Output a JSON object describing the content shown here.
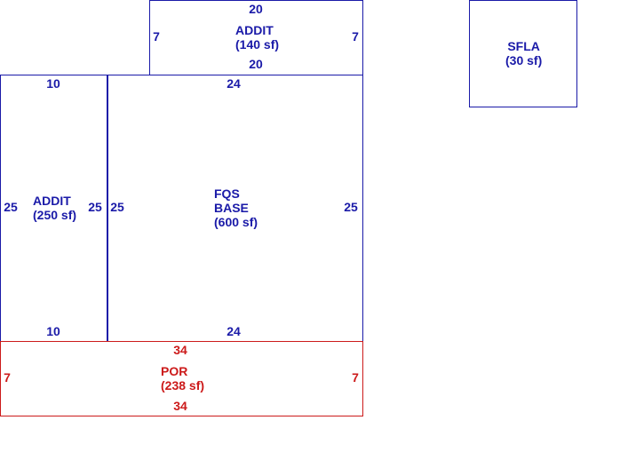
{
  "colors": {
    "structure": "#1a1aa8",
    "porch": "#cc1a1a"
  },
  "areas": {
    "addit_top": {
      "name": "ADDIT",
      "area": "(140 sf)",
      "dims": {
        "top": "20",
        "bottom": "20",
        "left": "7",
        "right": "7"
      }
    },
    "addit_left": {
      "name": "ADDIT",
      "area": "(250 sf)",
      "dims": {
        "top": "10",
        "bottom": "10",
        "left": "25",
        "right": "25"
      }
    },
    "base": {
      "name_line1": "FQS",
      "name_line2": "BASE",
      "area": "(600 sf)",
      "dims": {
        "top": "24",
        "bottom": "24",
        "left": "25",
        "right": "25"
      }
    },
    "porch": {
      "name": "POR",
      "area": "(238 sf)",
      "dims": {
        "top": "34",
        "bottom": "34",
        "left": "7",
        "right": "7"
      }
    },
    "sfla": {
      "name": "SFLA",
      "area": "(30 sf)"
    }
  }
}
